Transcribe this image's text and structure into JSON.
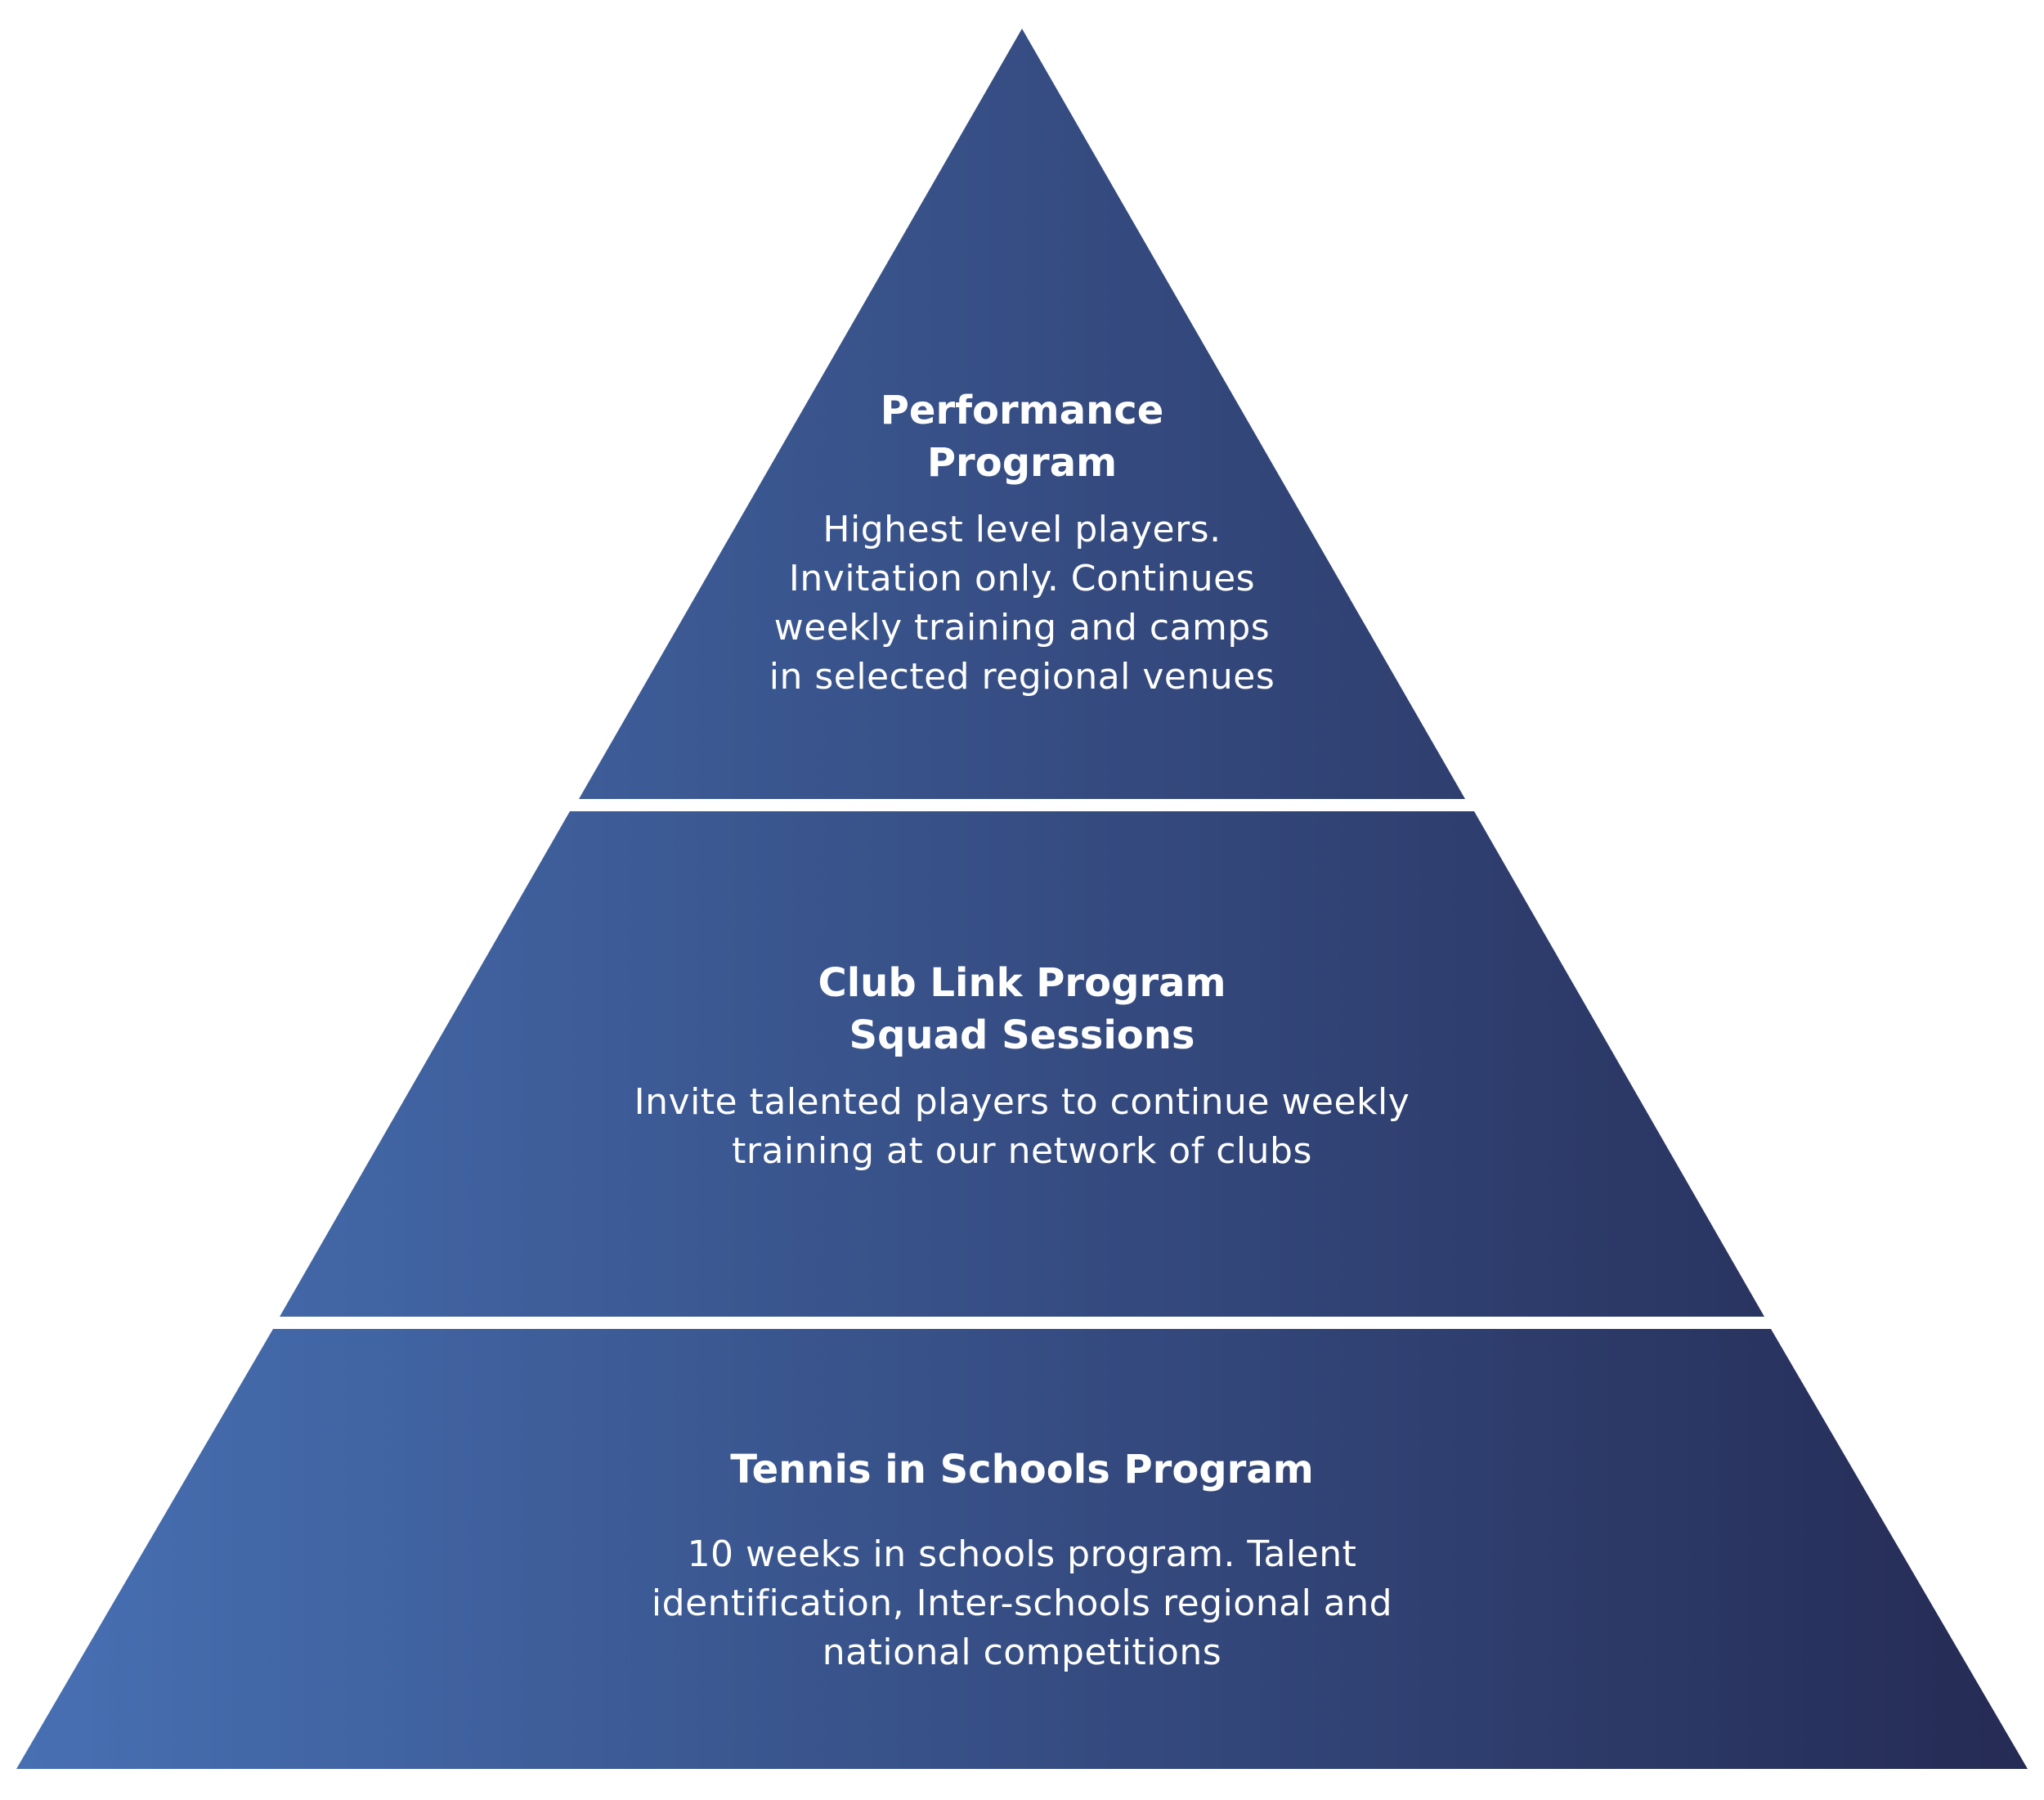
{
  "colors": {
    "gradient_left": "#4770b3",
    "gradient_right": "#252b54",
    "text": "#ffffff",
    "background": "#ffffff"
  },
  "tiers": [
    {
      "title_lines": [
        "Performance",
        "Program"
      ],
      "desc_lines": [
        "Highest level players.",
        "Invitation only. Continues",
        "weekly training and camps",
        "in selected regional venues"
      ]
    },
    {
      "title_lines": [
        "Club Link Program",
        "Squad Sessions"
      ],
      "desc_lines": [
        "Invite talented players to continue weekly",
        "training at our network of clubs"
      ]
    },
    {
      "title_lines": [
        "Tennis in Schools Program"
      ],
      "desc_lines": [
        "10 weeks in schools program. Talent",
        "identification, Inter-schools regional and",
        "national competitions"
      ]
    }
  ]
}
